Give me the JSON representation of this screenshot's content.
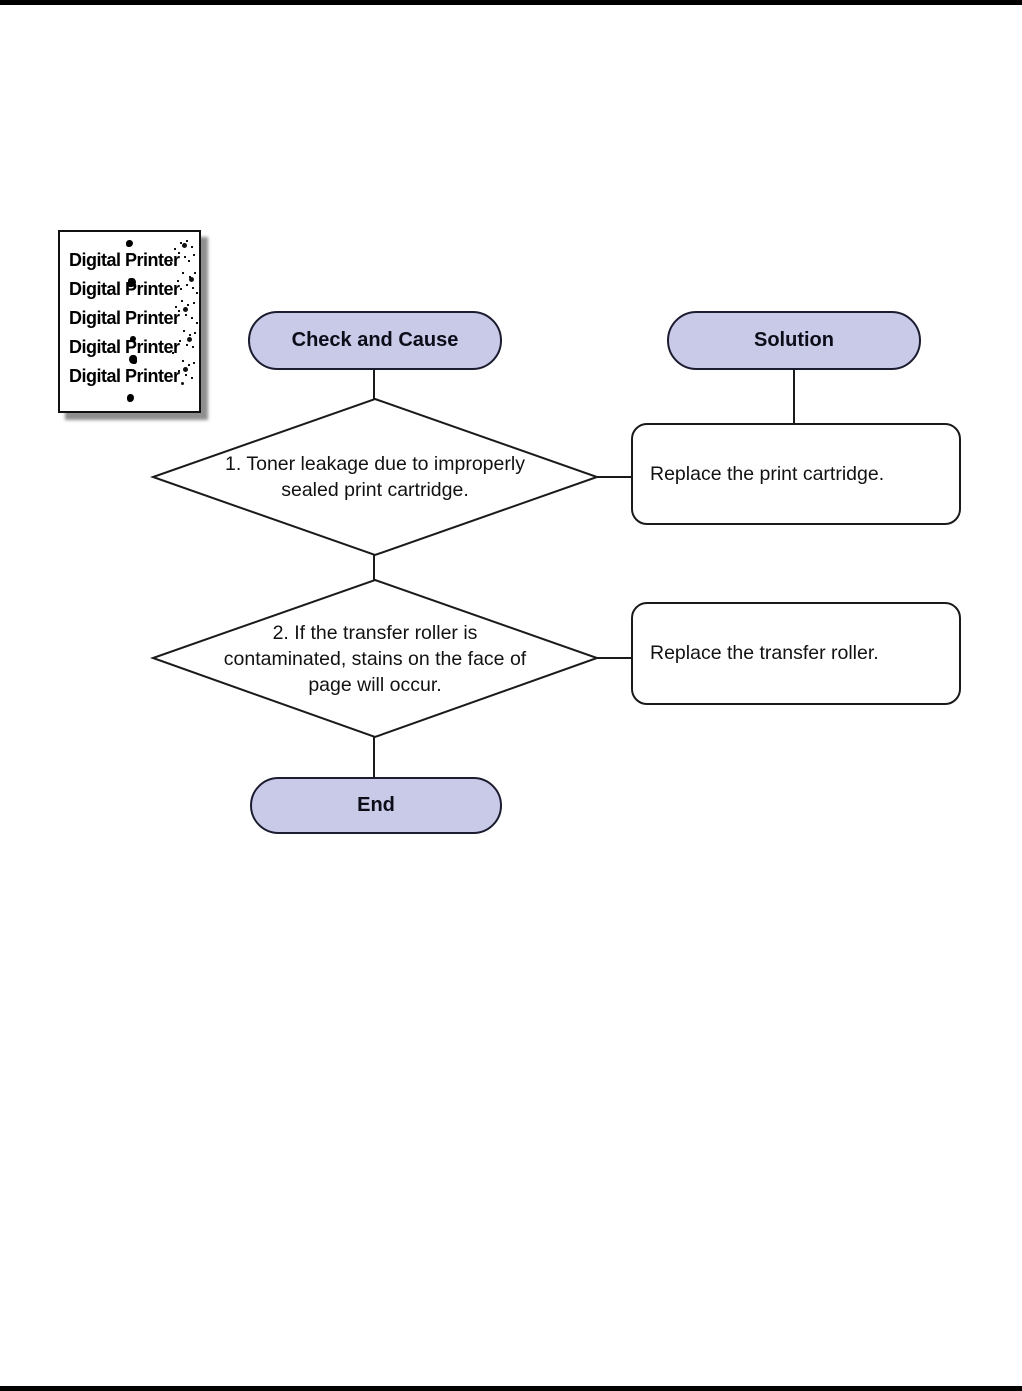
{
  "document": {
    "background": "#ffffff",
    "rule_color": "#000000"
  },
  "defect_sample": {
    "lines": [
      "Digital Printer",
      "Digital Printer",
      "Digital Printer",
      "Digital Printer",
      "Digital Printer"
    ]
  },
  "flowchart": {
    "check_header": "Check and Cause",
    "solution_header": "Solution",
    "end_label": "End",
    "steps": [
      {
        "check": "1. Toner leakage due to improperly sealed print cartridge.",
        "solution": "Replace the print cartridge."
      },
      {
        "check": "2. If the transfer roller is contaminated, stains on the face of page will occur.",
        "solution": "Replace the transfer roller."
      }
    ],
    "colors": {
      "terminator_fill": "#c9cae8",
      "terminator_border": "#1c1c30",
      "shape_border": "#1a1a1a",
      "text_color": "#121212"
    }
  }
}
